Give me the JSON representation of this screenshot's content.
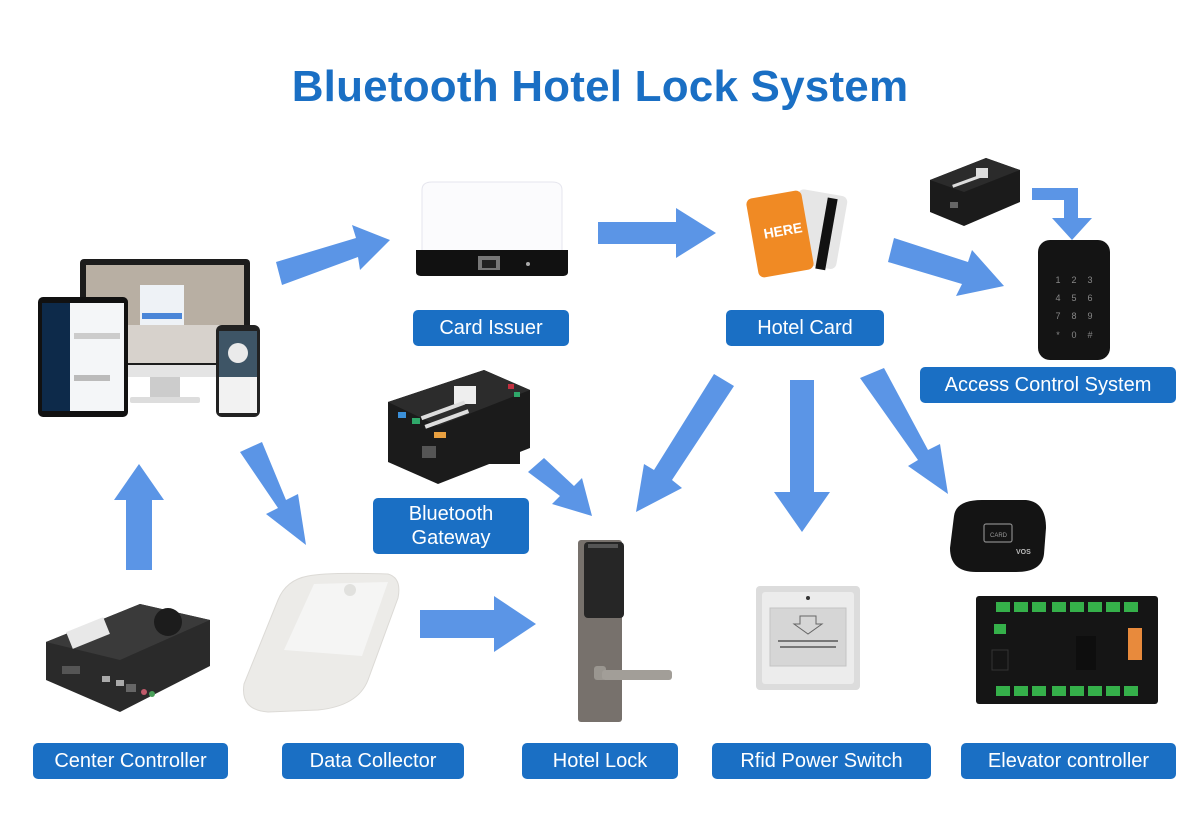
{
  "title": "Bluetooth Hotel Lock System",
  "colors": {
    "title": "#1a6fc4",
    "label_bg": "#1a6fc4",
    "arrow": "#5b95e6"
  },
  "nodes": {
    "software": {
      "label": "",
      "icon": "computer-tablet-phone-icon"
    },
    "card_issuer": {
      "label": "Card Issuer",
      "icon": "card-issuer-device-icon"
    },
    "hotel_card": {
      "label": "Hotel Card",
      "icon": "hotel-card-icon",
      "card_text": "HERE"
    },
    "access_control": {
      "label": "Access Control System",
      "icon": "keypad-icon",
      "keys": [
        "1",
        "2",
        "3",
        "4",
        "5",
        "6",
        "7",
        "8",
        "9",
        "*",
        "0",
        "#"
      ]
    },
    "bluetooth_gateway": {
      "label_line1": "Bluetooth",
      "label_line2": "Gateway",
      "icon": "gateway-icon"
    },
    "center_controller": {
      "label": "Center Controller",
      "icon": "mini-pc-icon"
    },
    "data_collector": {
      "label": "Data Collector",
      "icon": "data-collector-icon"
    },
    "hotel_lock": {
      "label": "Hotel Lock",
      "icon": "door-lock-icon"
    },
    "rfid_power_switch": {
      "label": "Rfid Power Switch",
      "icon": "power-switch-icon"
    },
    "elevator_controller": {
      "label": "Elevator controller",
      "icon": "elevator-board-icon"
    },
    "card_reader": {
      "label": "",
      "icon": "card-reader-icon",
      "reader_text": "CARD",
      "brand": "VOS"
    }
  }
}
